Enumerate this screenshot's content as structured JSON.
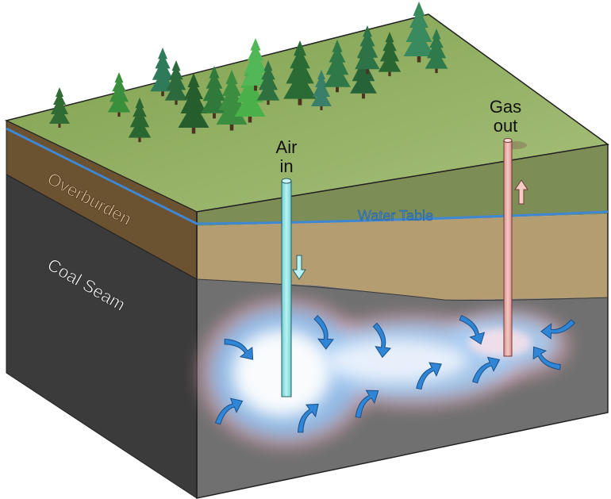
{
  "labels": {
    "overburden": "Overburden",
    "coal_seam": "Coal Seam",
    "water_table": "Water Table",
    "air_in_line1": "Air",
    "air_in_line2": "in",
    "gas_out_line1": "Gas",
    "gas_out_line2": "out"
  },
  "colors": {
    "surface_green": "#93b35d",
    "overburden_front": "#6b5230",
    "overburden_side": "#b59d72",
    "coal_front": "#3a3a3a",
    "coal_side": "#6f6f6f",
    "water_table": "#4a8fd1",
    "air_pipe": "#8ee3e3",
    "gas_pipe": "#e8aaa4",
    "flow_arrow": "#2f86d6"
  },
  "icons": {
    "injection_arrow": "down-arrow-icon",
    "production_arrow": "up-arrow-icon",
    "flow_arrows": "curved-arrow-icon",
    "trees": "pine-tree-icon"
  }
}
